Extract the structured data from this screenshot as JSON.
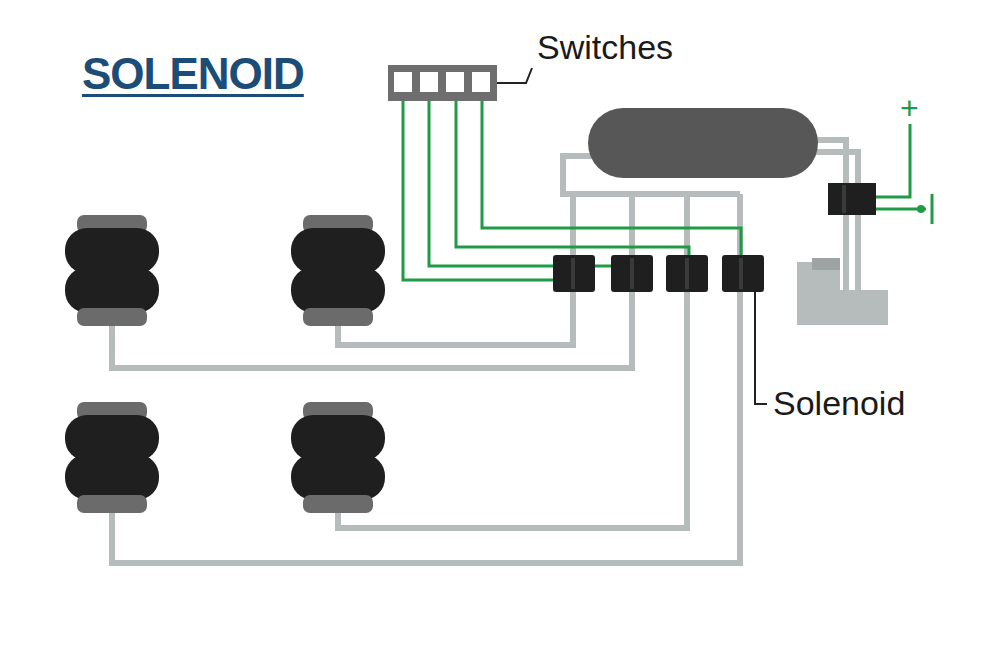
{
  "diagram": {
    "title": "SOLENOID",
    "labels": [
      "Switches",
      "Solenoid",
      "+"
    ]
  }
}
